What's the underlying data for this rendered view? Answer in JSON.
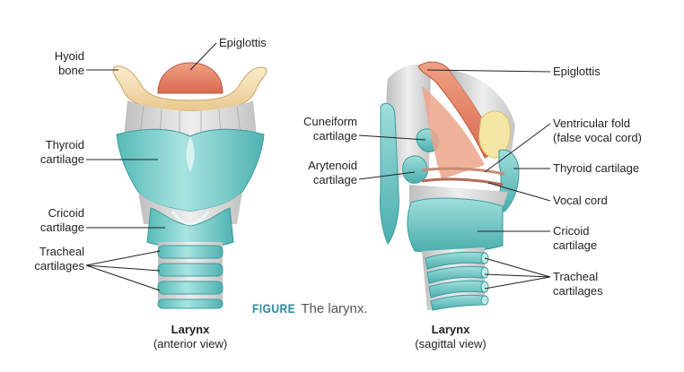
{
  "caption": {
    "figure_word": "FIGURE",
    "text": "The larynx."
  },
  "anterior": {
    "title": "Larynx",
    "subtitle": "(anterior view)",
    "labels": {
      "hyoid": [
        "Hyoid",
        "bone"
      ],
      "epiglottis": "Epiglottis",
      "thyroid": [
        "Thyroid",
        "cartilage"
      ],
      "cricoid": [
        "Cricoid",
        "cartilage"
      ],
      "tracheal": [
        "Tracheal",
        "cartilages"
      ]
    }
  },
  "sagittal": {
    "title": "Larynx",
    "subtitle": "(sagittal view)",
    "labels": {
      "cuneiform": [
        "Cuneiform",
        "cartilage"
      ],
      "arytenoid": [
        "Arytenoid",
        "cartilage"
      ],
      "epiglottis": "Epiglottis",
      "ventricular": [
        "Ventricular fold",
        "(false vocal cord)"
      ],
      "thyroid": "Thyroid cartilage",
      "vocal": "Vocal cord",
      "cricoid": [
        "Cricoid",
        "cartilage"
      ],
      "tracheal": [
        "Tracheal",
        "cartilages"
      ]
    }
  },
  "colors": {
    "cartilage": "#7fd1cf",
    "cartilage_dark": "#3ea6a6",
    "bone": "#f3dcb0",
    "epiglottis": "#e8836a",
    "membrane": "#d9d9d9",
    "fold_yellow": "#f6e6a5",
    "leader_line": "#231f20"
  }
}
